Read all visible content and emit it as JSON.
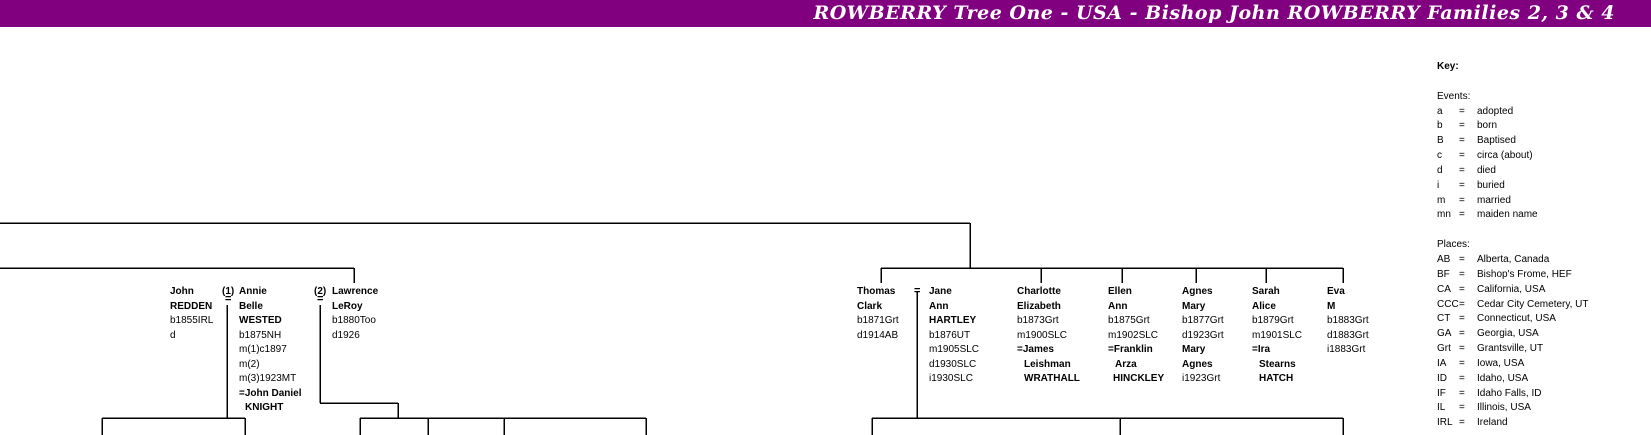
{
  "title": "ROWBERRY Tree One - USA - Bishop John ROWBERRY Families 2, 3 & 4",
  "colors": {
    "banner": "#800080",
    "banner_text": "#ffffff",
    "lines": "#000000"
  },
  "persons": {
    "redden": [
      "John",
      "REDDEN",
      "b1855IRL",
      "d"
    ],
    "annie_marker": "(1)",
    "annie": [
      "Annie",
      "Belle",
      "WESTED",
      "b1875NH",
      "m(1)c1897",
      "m(2)",
      "m(3)1923MT",
      "=John Daniel",
      "KNIGHT"
    ],
    "lawrence_marker": "(2)",
    "lawrence": [
      "Lawrence",
      "LeRoy",
      "b1880Too",
      "d1926"
    ],
    "thomas": [
      "Thomas",
      "Clark",
      "b1871Grt",
      "d1914AB"
    ],
    "jane": [
      "Jane",
      "Ann",
      "HARTLEY",
      "b1876UT",
      "m1905SLC",
      "d1930SLC",
      "i1930SLC"
    ],
    "charlotte": [
      "Charlotte",
      "Elizabeth",
      "b1873Grt",
      "m1900SLC",
      "=James",
      "Leishman",
      "WRATHALL"
    ],
    "ellen": [
      "Ellen",
      "Ann",
      "b1875Grt",
      "m1902SLC",
      "=Franklin",
      "Arza",
      "HINCKLEY"
    ],
    "agnes": [
      "Agnes",
      "Mary",
      "b1877Grt",
      "d1923Grt",
      "Mary",
      "Agnes",
      "i1923Grt"
    ],
    "sarah": [
      "Sarah",
      "Alice",
      "b1879Grt",
      "m1901SLC",
      "=Ira",
      "Stearns",
      "HATCH"
    ],
    "eva": [
      "Eva",
      "M",
      "b1883Grt",
      "d1883Grt",
      "i1883Grt"
    ]
  },
  "marriage_sign": "=",
  "key": {
    "title": "Key:",
    "events_title": "Events:",
    "events": [
      {
        "abbr": "a",
        "eq": "=",
        "desc": "adopted"
      },
      {
        "abbr": "b",
        "eq": "=",
        "desc": "born"
      },
      {
        "abbr": "B",
        "eq": "=",
        "desc": "Baptised"
      },
      {
        "abbr": "c",
        "eq": "=",
        "desc": "circa (about)"
      },
      {
        "abbr": "d",
        "eq": "=",
        "desc": "died"
      },
      {
        "abbr": "i",
        "eq": "=",
        "desc": "buried"
      },
      {
        "abbr": "m",
        "eq": "=",
        "desc": "married"
      },
      {
        "abbr": "mn",
        "eq": "=",
        "desc": "maiden name"
      }
    ],
    "places_title": "Places:",
    "places": [
      {
        "abbr": "AB",
        "eq": "=",
        "desc": "Alberta, Canada"
      },
      {
        "abbr": "BF",
        "eq": "=",
        "desc": "Bishop's Frome, HEF"
      },
      {
        "abbr": "CA",
        "eq": "=",
        "desc": "California, USA"
      },
      {
        "abbr": "CCC",
        "eq": "=",
        "desc": "Cedar City Cemetery, UT"
      },
      {
        "abbr": "CT",
        "eq": "=",
        "desc": "Connecticut, USA"
      },
      {
        "abbr": "GA",
        "eq": "=",
        "desc": "Georgia, USA"
      },
      {
        "abbr": "Grt",
        "eq": "=",
        "desc": "Grantsville, UT"
      },
      {
        "abbr": "IA",
        "eq": "=",
        "desc": "Iowa, USA"
      },
      {
        "abbr": "ID",
        "eq": "=",
        "desc": "Idaho, USA"
      },
      {
        "abbr": "IF",
        "eq": "=",
        "desc": "Idaho Falls, ID"
      },
      {
        "abbr": "IL",
        "eq": "=",
        "desc": "Illinois, USA"
      },
      {
        "abbr": "IRL",
        "eq": "=",
        "desc": "Ireland"
      }
    ]
  }
}
